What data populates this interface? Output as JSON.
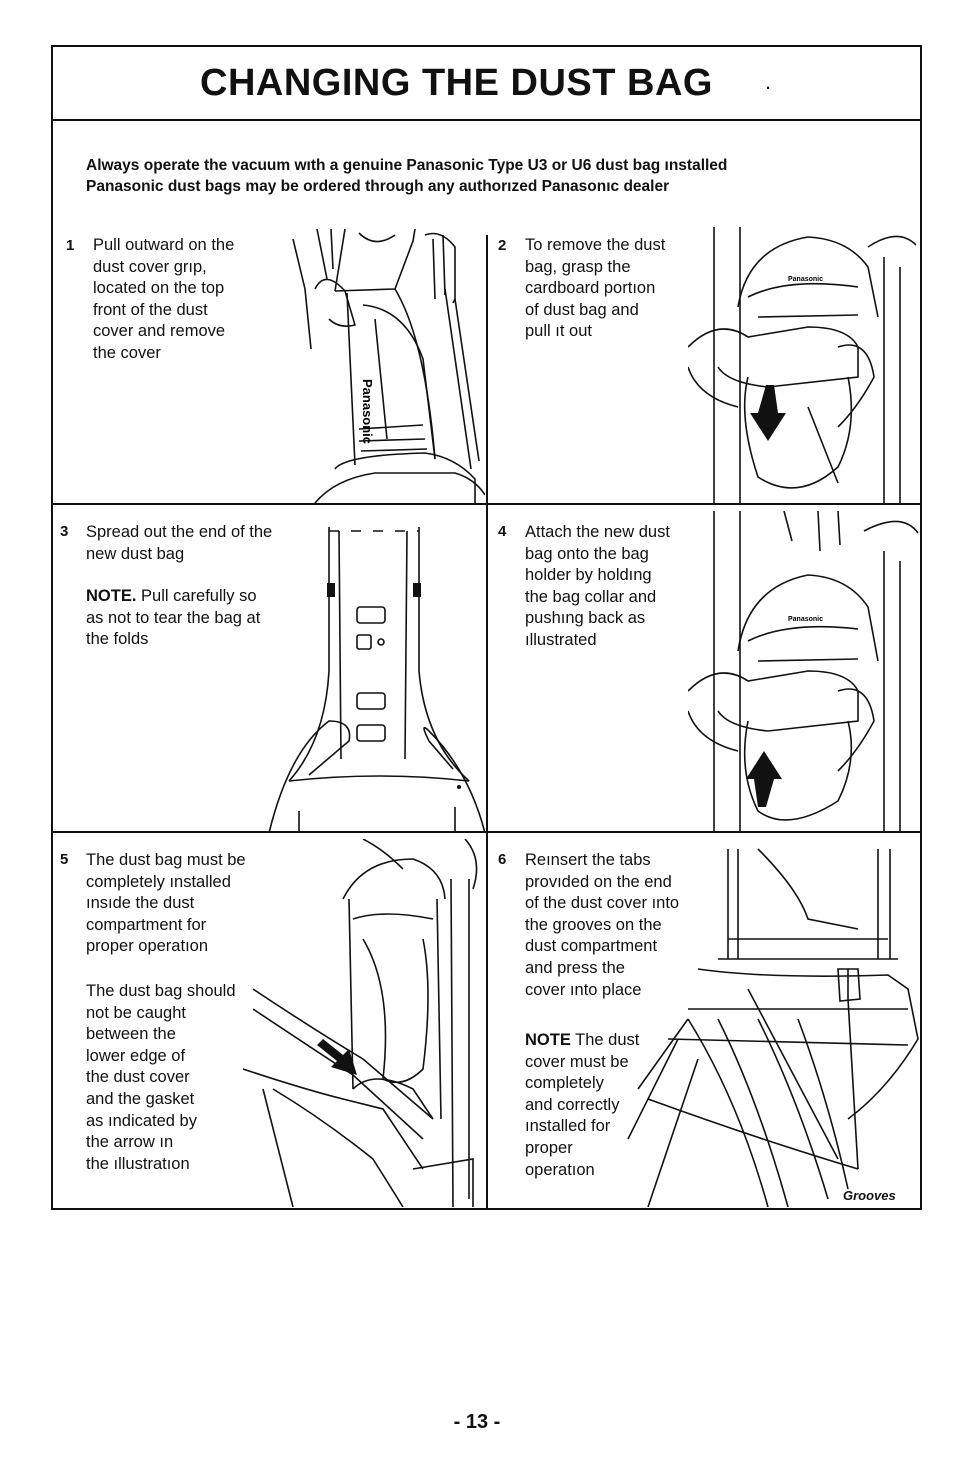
{
  "title": "CHANGING THE DUST BAG",
  "title_dot": ".",
  "intro_line1": "Always operate the vacuum wıth a genuine Panasonic Type U3 or U6 dust bag ınstalled",
  "intro_line2": "Panasonic dust bags may be ordered through any authorızed Panasonıc dealer",
  "steps": [
    {
      "number": "1",
      "text": "Pull outward on the\ndust cover grıp,\nlocated on the top\nfront of the dust\ncover and remove\nthe cover"
    },
    {
      "number": "2",
      "text": "To remove the dust\nbag, grasp the\ncardboard portıon\nof dust bag and\npull ıt out"
    },
    {
      "number": "3",
      "text": "Spread out the end of the\nnew dust bag",
      "note_label": "NOTE.",
      "note_text": " Pull carefully so\nas not to tear the bag at\nthe folds"
    },
    {
      "number": "4",
      "text": "Attach the new dust\nbag onto the bag\nholder by holdıng\nthe bag collar and\npushıng back as\nıllustrated"
    },
    {
      "number": "5",
      "text": "The dust bag must be\ncompletely ınstalled\nınsıde the dust\ncompartment for\nproper operatıon",
      "text2": "The dust bag should\nnot be caught\nbetween the\nlower edge of\nthe dust cover\nand the gasket\nas ındicated by\nthe arrow ın\nthe ıllustratıon"
    },
    {
      "number": "6",
      "text": "Reınsert the tabs\nprovıded on the end\nof the dust cover ınto\nthe grooves on the\ndust compartment\nand press the\ncover ınto place",
      "note_label": "NOTE",
      "note_text": "  The dust\ncover must be\ncompletely\nand correctly\nınstalled for\nproper\noperatıon"
    }
  ],
  "illustrations": {
    "brand_text": "Panasonic",
    "grooves_label": "Grooves"
  },
  "page_number": "- 13 -"
}
